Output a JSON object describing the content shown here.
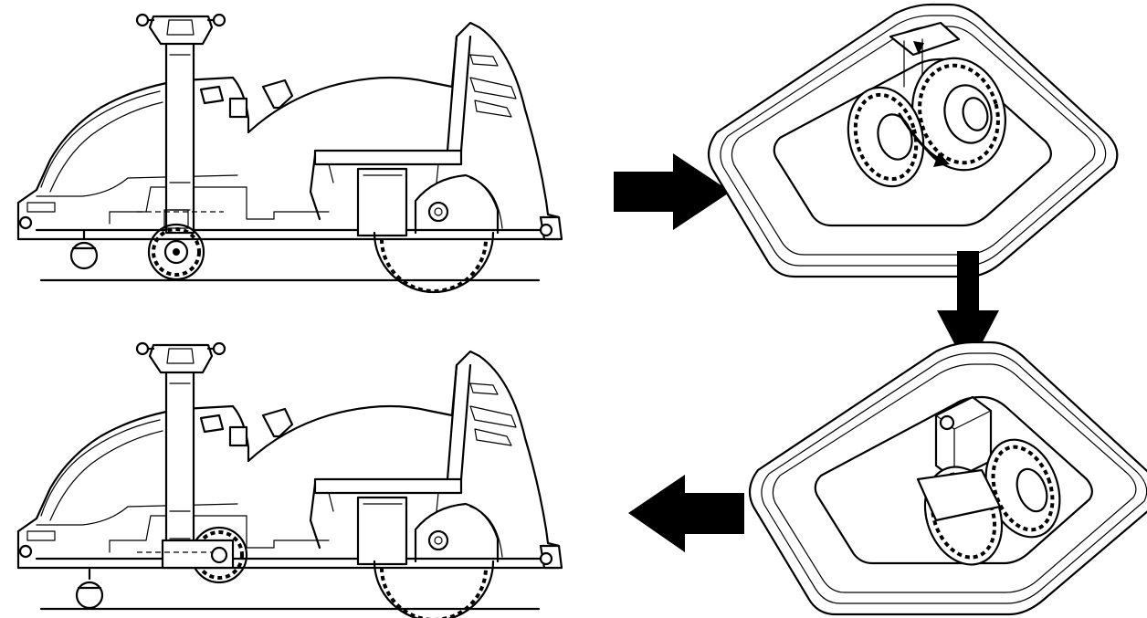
{
  "diagram": {
    "panels": [
      {
        "id": "step-1",
        "view": "side",
        "caster_state": "retracted"
      },
      {
        "id": "step-2",
        "view": "underside-closeup",
        "caster_state": "rotating"
      },
      {
        "id": "step-3",
        "view": "underside-closeup",
        "caster_state": "folded"
      },
      {
        "id": "step-4",
        "view": "side",
        "caster_state": "stowed"
      }
    ],
    "arrows": [
      {
        "from": "step-1",
        "to": "step-2",
        "direction": "right"
      },
      {
        "from": "step-2",
        "to": "step-3",
        "direction": "down"
      },
      {
        "from": "step-3",
        "to": "step-4",
        "direction": "left"
      }
    ],
    "colors": {
      "line": "#000000",
      "fill": "#ffffff"
    }
  }
}
